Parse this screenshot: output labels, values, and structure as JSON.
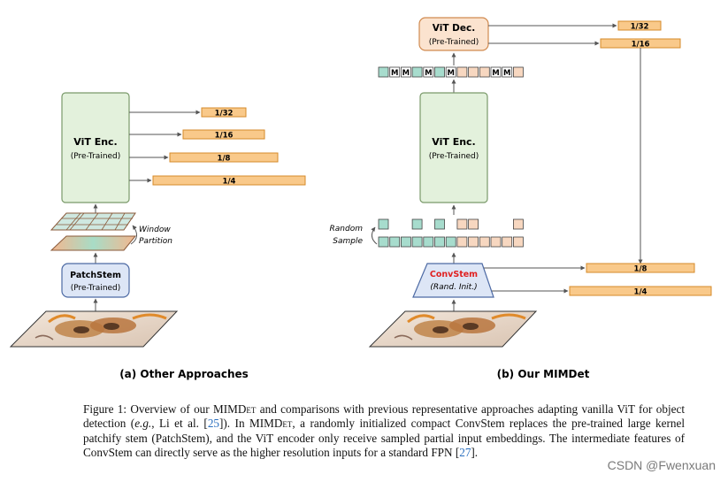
{
  "left_panel": {
    "encoder_title": "ViT Enc.",
    "encoder_sub": "(Pre-Trained)",
    "scales": [
      "1/32",
      "1/16",
      "1/8",
      "1/4"
    ],
    "window_label_1": "Window",
    "window_label_2": "Partition",
    "stem_title": "PatchStem",
    "stem_sub": "(Pre-Trained)",
    "panel_label": "(a) Other Approaches"
  },
  "right_panel": {
    "decoder_title": "ViT Dec.",
    "decoder_sub": "(Pre-Trained)",
    "dec_scales": [
      "1/32",
      "1/16"
    ],
    "mask_token": "M",
    "token_sequence": [
      "t",
      "M",
      "M",
      "t",
      "M",
      "t",
      "M",
      "p",
      "p",
      "p",
      "M",
      "M",
      "p"
    ],
    "encoder_title": "ViT Enc.",
    "encoder_sub": "(Pre-Trained)",
    "random_label_1": "Random",
    "random_label_2": "Sample",
    "sampled_tokens": [
      "t",
      "",
      "",
      "t",
      "",
      "t",
      "",
      "p",
      "p",
      "",
      "",
      "",
      "p"
    ],
    "full_tokens": [
      "t",
      "t",
      "t",
      "t",
      "t",
      "t",
      "t",
      "p",
      "p",
      "p",
      "p",
      "p",
      "p"
    ],
    "stem_title": "ConvStem",
    "stem_sub": "(Rand. Init.)",
    "stem_scales": [
      "1/8",
      "1/4"
    ],
    "panel_label": "(b) Our MIMDet"
  },
  "colors": {
    "encoder_fill": "#e3f1dc",
    "encoder_stroke": "#7a9a6a",
    "decoder_fill": "#fbe3cf",
    "decoder_stroke": "#d08a4f",
    "scale_bar_fill": "#f9c98a",
    "scale_bar_stroke": "#d58a2a",
    "stem_fill": "#dde6f6",
    "stem_stroke": "#4d6aa4",
    "token_teal": "#a7dccd",
    "token_peach": "#f7d7c0",
    "convstem_red": "#e01f1f"
  },
  "caption": {
    "fig_label": "Figure 1: Overview of our MIM",
    "det1": "Det",
    "t1": " and comparisons with previous representative approaches adapting vanilla ViT for object detection (",
    "eg": "e.g.",
    "t2": ",  Li et al. [",
    "ref1": "25",
    "t3": "]).  In MIM",
    "det2": "Det",
    "t4": ", a randomly initialized compact ConvStem replaces the pre-trained large kernel patchify stem (PatchStem), and the ViT encoder only receive sampled partial input embeddings.  The intermediate features of ConvStem can directly serve as the higher resolution inputs for a standard FPN [",
    "ref2": "27",
    "t5": "]."
  },
  "watermark": "CSDN @Fwenxuan"
}
